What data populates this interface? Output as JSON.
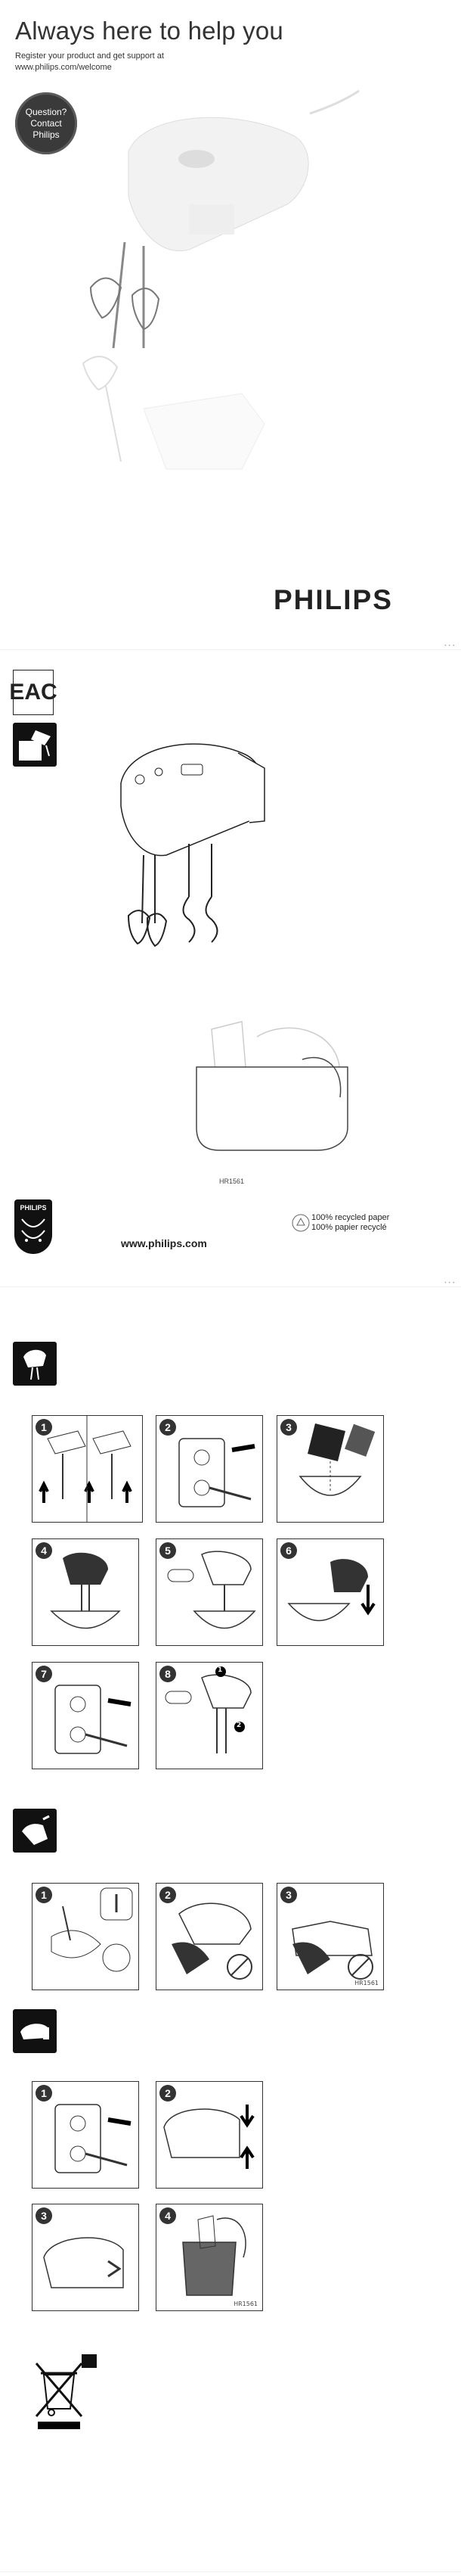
{
  "cover": {
    "title": "Always here to help you",
    "register_line": "Register your product and get support at",
    "url_line": "www.philips.com/welcome",
    "badge": {
      "line1": "Question?",
      "line2": "Contact",
      "line3": "Philips"
    },
    "brand": "PHILIPS"
  },
  "page2": {
    "eac": "EAC",
    "model": "HR1561",
    "shield_text": "PHILIPS",
    "website": "www.philips.com",
    "recycle_line1": "100% recycled paper",
    "recycle_line2": "100% papier recyclé"
  },
  "usage": {
    "steps": [
      "1",
      "2",
      "3",
      "4",
      "5",
      "6",
      "7",
      "8"
    ],
    "sub_badges": [
      "1",
      "2"
    ]
  },
  "cleaning": {
    "steps": [
      "1",
      "2",
      "3"
    ],
    "model": "HR1561"
  },
  "storage": {
    "steps": [
      "1",
      "2",
      "3",
      "4"
    ],
    "model": "HR1561"
  },
  "icons": {
    "usage": "hand-mixer-icon",
    "cleaning": "cleaning-hand-icon",
    "storage": "storage-mixer-icon",
    "weee": "crossed-bin-icon",
    "recycle": "recycle-icon"
  }
}
